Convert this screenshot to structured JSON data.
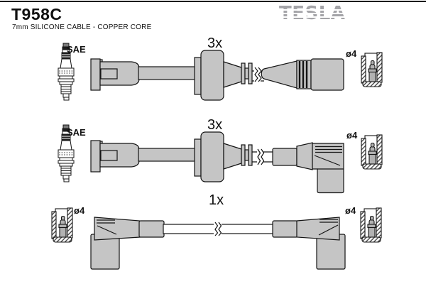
{
  "header": {
    "part_number": "T958C",
    "subtitle": "7mm SILICONE CABLE - COPPER CORE"
  },
  "brand": {
    "name": "TESLA"
  },
  "colors": {
    "background": "#ffffff",
    "part_fill": "#c5c5c5",
    "outline": "#141414",
    "logo_gray": "#a4a4a8"
  },
  "rows": [
    {
      "quantity": "3x",
      "plug_label": "SAE",
      "terminal_label": "ø4"
    },
    {
      "quantity": "3x",
      "plug_label": "SAE",
      "terminal_label": "ø4"
    },
    {
      "quantity": "1x",
      "terminal_label_left": "ø4",
      "terminal_label_right": "ø4"
    }
  ]
}
